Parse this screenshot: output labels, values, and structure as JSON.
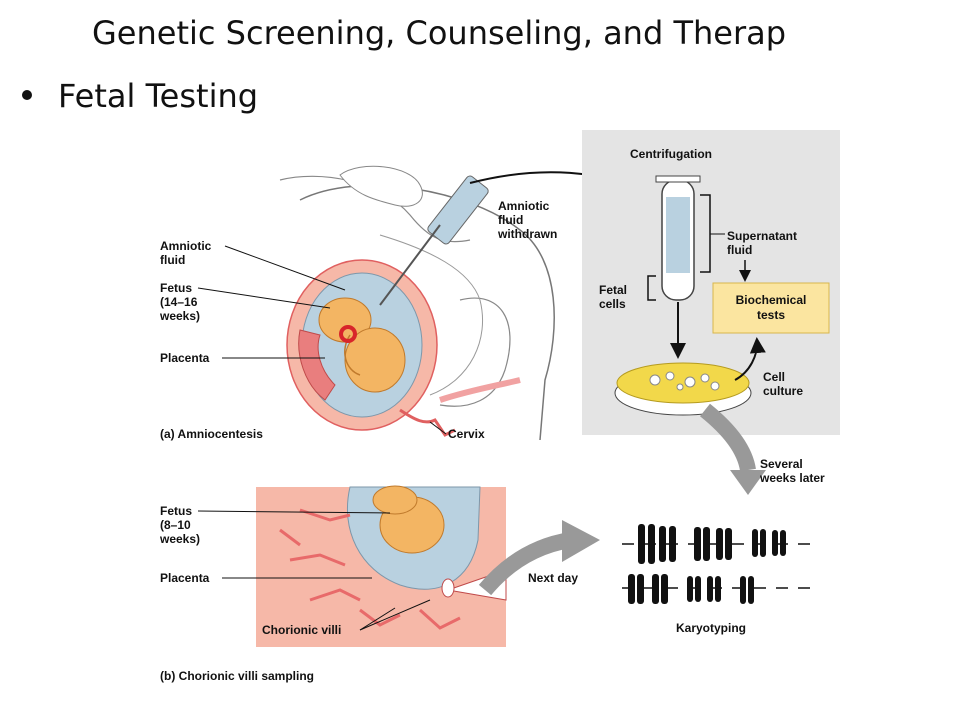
{
  "slide": {
    "title": "Genetic Screening, Counseling, and Therap",
    "bullet": "Fetal Testing"
  },
  "figure": {
    "amnio": {
      "amniotic_fluid": [
        "Amniotic",
        "fluid"
      ],
      "fetus": [
        "Fetus",
        "(14–16",
        "weeks)"
      ],
      "placenta": "Placenta",
      "cervix": "Cervix",
      "withdrawn": [
        "Amniotic",
        "fluid",
        "withdrawn"
      ],
      "caption": "(a) Amniocentesis"
    },
    "lab": {
      "centrifugation": "Centrifugation",
      "supernatant": [
        "Supernatant",
        "fluid"
      ],
      "fetal_cells": [
        "Fetal",
        "cells"
      ],
      "biochem": [
        "Biochemical",
        "tests"
      ],
      "cell_culture": [
        "Cell",
        "culture"
      ],
      "several_weeks": [
        "Several",
        "weeks later"
      ]
    },
    "cvs": {
      "fetus": [
        "Fetus",
        "(8–10",
        "weeks)"
      ],
      "placenta": "Placenta",
      "villi": "Chorionic villi",
      "next_day": "Next day",
      "caption": "(b) Chorionic villi sampling"
    },
    "karyotyping": "Karyotyping",
    "colors": {
      "lab_panel": "#e4e4e4",
      "biochem_box": "#fbe5a0",
      "culture": "#f2d84a",
      "placenta_bg": "#f6b8a8",
      "fluid_blue": "#b9d1e0",
      "fetus_orange": "#f3b563"
    }
  }
}
